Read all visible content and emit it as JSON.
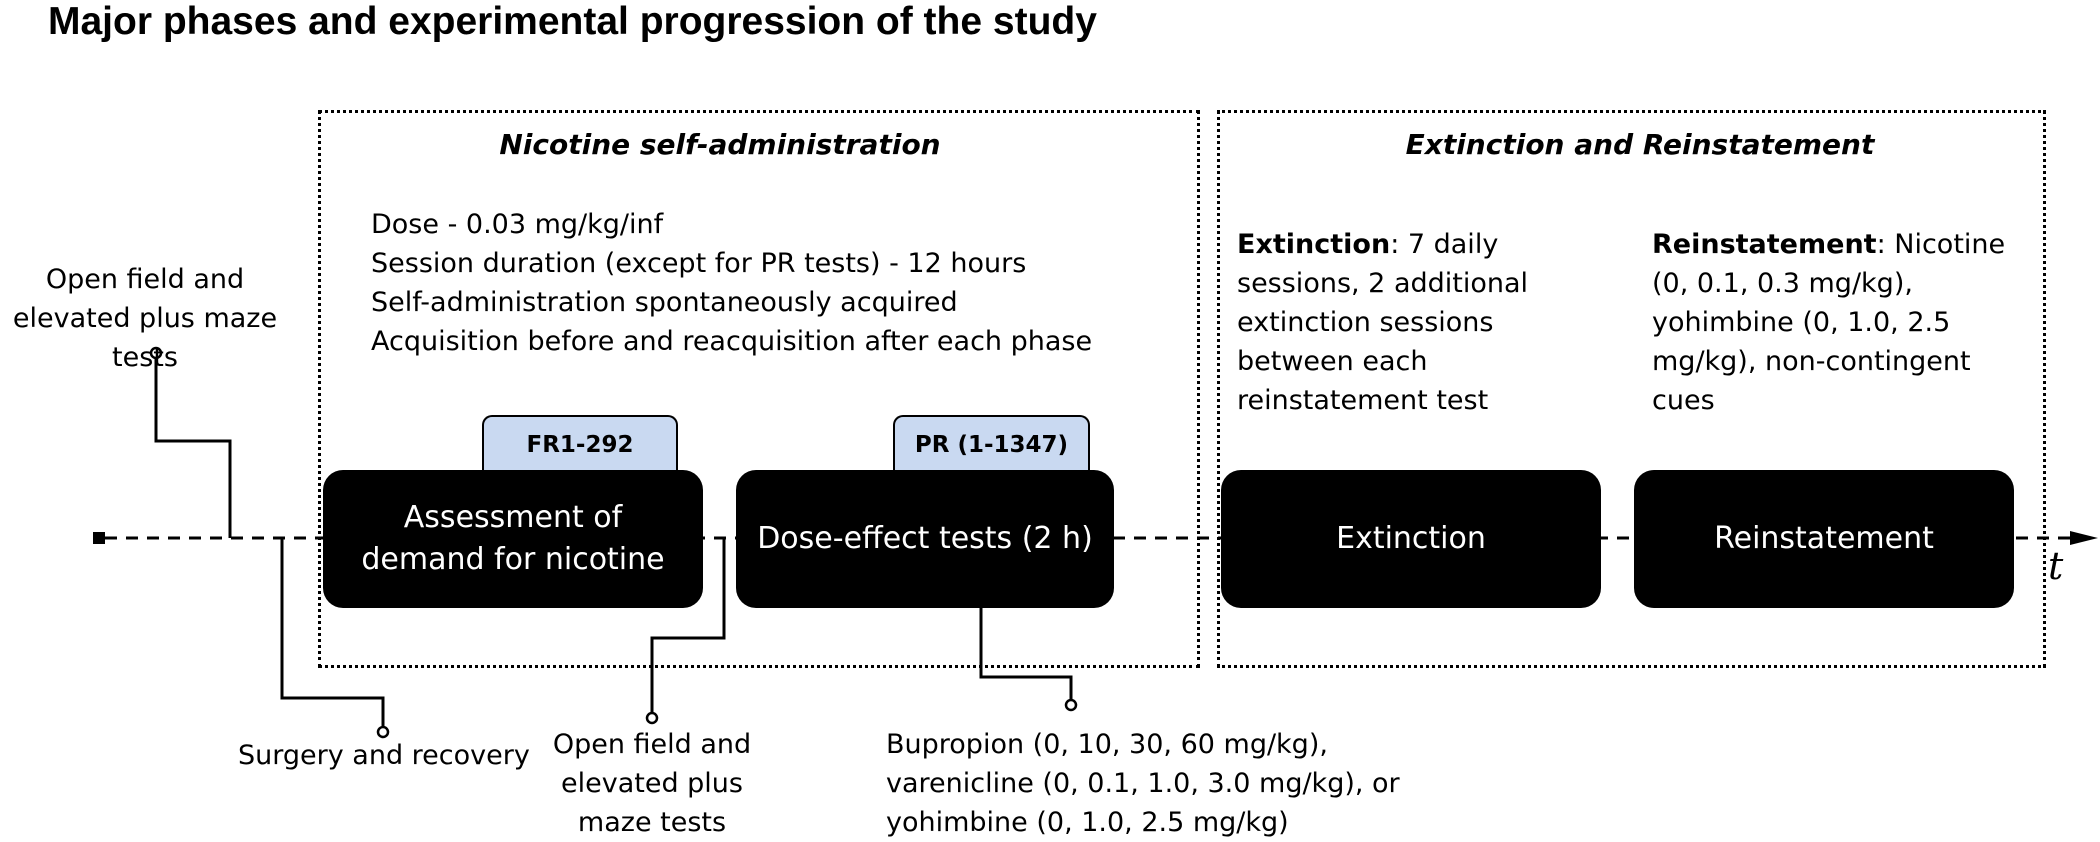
{
  "title": "Major phases and experimental progression of the study",
  "phases": {
    "self_admin": {
      "title": "Nicotine self-administration",
      "notes": [
        "Dose - 0.03 mg/kg/inf",
        "Session duration (except for PR tests) - 12 hours",
        "Self-administration spontaneously acquired",
        "Acquisition before and reacquisition after each phase"
      ]
    },
    "extinction_reinstatement": {
      "title": "Extinction and Reinstatement",
      "extinction_note": {
        "term": "Extinction",
        "text": ": 7 daily sessions, 2 additional extinction sessions between each reinstatement test"
      },
      "reinstatement_note": {
        "term": "Reinstatement",
        "text": ": Nicotine (0, 0.1, 0.3 mg/kg), yohimbine (0, 1.0, 2.5 mg/kg), non-contingent cues"
      }
    }
  },
  "boxes": {
    "demand": "Assessment of demand for nicotine",
    "dose_effect": "Dose-effect tests (2 h)",
    "extinction": "Extinction",
    "reinstatement": "Reinstatement"
  },
  "tabs": {
    "fr": "FR1-292",
    "pr": "PR (1-1347)"
  },
  "events": {
    "open_field_1": "Open field and elevated plus maze tests",
    "surgery": "Surgery and recovery",
    "open_field_2": "Open field and elevated plus maze tests",
    "drugs": [
      "Bupropion (0, 10, 30, 60 mg/kg),",
      "varenicline (0, 0.1, 1.0, 3.0 mg/kg), or",
      "yohimbine (0, 1.0, 2.5 mg/kg)"
    ]
  },
  "axis_label": "t"
}
